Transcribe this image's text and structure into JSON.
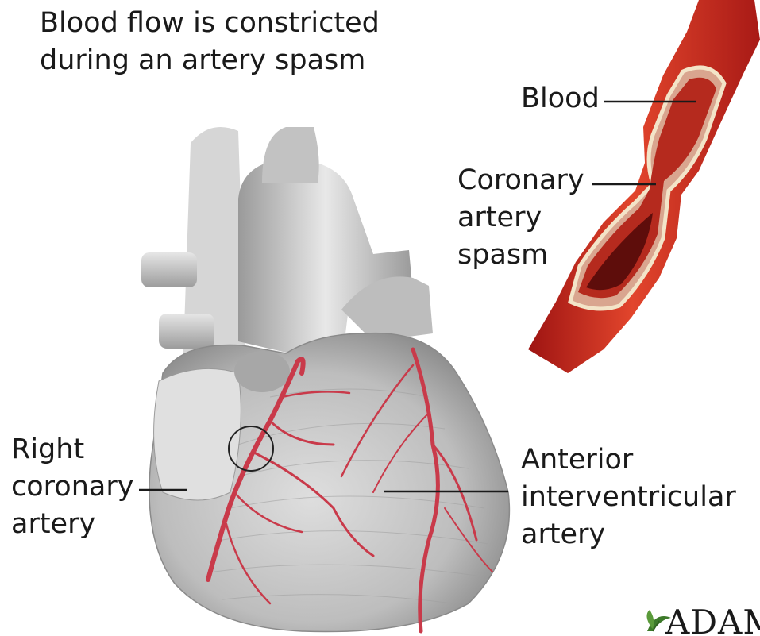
{
  "title": "Blood flow is constricted\nduring an artery spasm",
  "labels": {
    "blood": "Blood",
    "spasm": "Coronary\nartery\nspasm",
    "right_coronary": "Right\ncoronary\nartery",
    "anterior_interventricular": "Anterior\ninterventricular\nartery"
  },
  "logo": {
    "text": "ADAM",
    "icon": "leaf-logo-icon"
  },
  "colors": {
    "artery_red": "#c8282a",
    "heart_gray": "#c9c9c9",
    "coronary_red": "#c93a4a",
    "label_line": "#1a1a1a"
  }
}
